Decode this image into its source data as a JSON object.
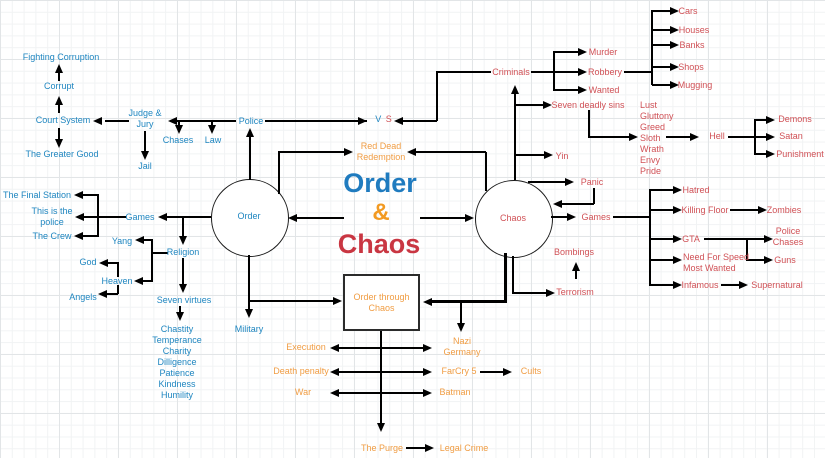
{
  "title": {
    "order": "Order",
    "amp": "&",
    "chaos": "Chaos"
  },
  "vs": {
    "v": "V",
    "s": "S"
  },
  "colors": {
    "node_blue": "#1f86c0",
    "node_red": "#d05156",
    "node_orange": "#f09d44",
    "title_blue": "#1f7bbf",
    "title_orange": "#f29a22",
    "title_red": "#c93642",
    "line_black": "#000000",
    "grid_minor": "#f1f3f4",
    "grid_major": "#e2e5e7"
  },
  "order_side": {
    "order_node": "Order",
    "fighting_corruption": "Fighting Corruption",
    "corrupt": "Corrupt",
    "court_system": "Court System",
    "greater_good": "The Greater Good",
    "judge_jury": "Judge &\nJury",
    "chases": "Chases",
    "law": "Law",
    "jail": "Jail",
    "police": "Police",
    "final_station": "The Final Station",
    "this_is_the_police": "This is the\npolice",
    "the_crew": "The Crew",
    "games": "Games",
    "yang": "Yang",
    "religion": "Religion",
    "god": "God",
    "heaven": "Heaven",
    "angels": "Angels",
    "seven_virtues": "Seven virtues",
    "virtues_list": "Chastity\nTemperance\nCharity\nDilligence\nPatience\nKindness\nHumility",
    "military": "Military"
  },
  "chaos_side": {
    "chaos_node": "Chaos",
    "criminals": "Criminals",
    "murder": "Murder",
    "robbery": "Robbery",
    "wanted": "Wanted",
    "cars": "Cars",
    "houses": "Houses",
    "banks": "Banks",
    "shops": "Shops",
    "mugging": "Mugging",
    "seven_deadly_sins": "Seven deadly sins",
    "sins_list": "Lust\nGluttony\nGreed\nSloth\nWrath\nEnvy\nPride",
    "hell": "Hell",
    "demons": "Demons",
    "satan": "Satan",
    "punishment": "Punishment",
    "yin": "Yin",
    "panic": "Panic",
    "games": "Games",
    "hatred": "Hatred",
    "killing_floor": "Killing Floor",
    "zombies": "Zombies",
    "gta": "GTA",
    "police_chases": "Police\nChases",
    "guns": "Guns",
    "need_for_speed": "Need For Speed\nMost Wanted",
    "infamous": "Infamous",
    "supernatural": "Supernatural",
    "bombings": "Bombings",
    "terrorism": "Terrorism"
  },
  "shared": {
    "red_dead": "Red Dead\nRedemption",
    "order_through_chaos": "Order through\nChaos",
    "execution": "Execution",
    "death_penalty": "Death penalty",
    "war": "War",
    "nazi_germany": "Nazi\nGermany",
    "farcry5": "FarCry 5",
    "cults": "Cults",
    "batman": "Batman",
    "the_purge": "The Purge",
    "legal_crime": "Legal Crime"
  }
}
